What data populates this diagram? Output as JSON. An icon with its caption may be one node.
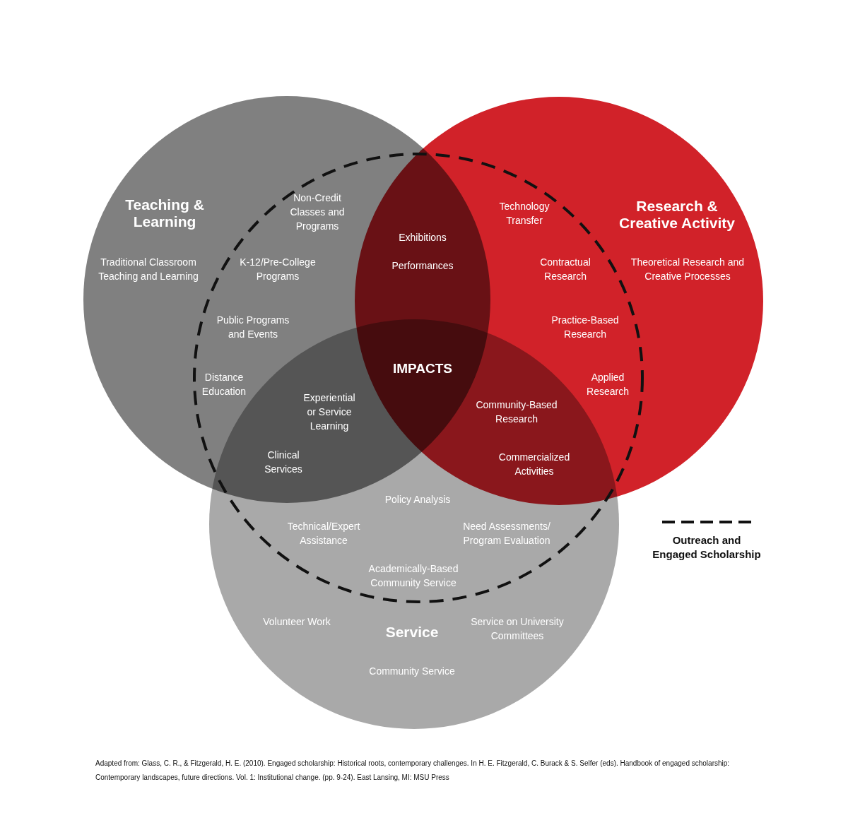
{
  "diagram": {
    "caption": "Adapted from: Glass, C. R., & Fitzgerald, H. E. (2010). Engaged scholarship: Historical roots, contemporary challenges. In H. E. Fitzgerald, C. Burack & S. Selfer (eds). Handbook of engaged scholarship: Contemporary landscapes, future directions. Vol. 1: Institutional change. (pp. 9-24). East Lansing, MI: MSU Press",
    "nodes": [
      {
        "text": [
          "Teaching & Learning"
        ]
      },
      {
        "text": [
          "Research & Creative Activity"
        ]
      },
      {
        "text": [
          "Service"
        ]
      },
      {
        "text": [],
        "shape": "circle"
      }
    ],
    "labels": [
      "Non-Credit Classes and Programs",
      "Technology Transfer",
      "Exhibitions",
      "Performances",
      "Traditional Classroom Teaching and Learning",
      "K-12/Pre-College Programs",
      "Contractual Research",
      "Theoretical Research and Creative Processes",
      "Public Programs and Events",
      "Practice-Based Research",
      "IMPACTS",
      "Distance Education",
      "Applied Research",
      "Experiential or Service Learning",
      "Community-Based Research",
      "Clinical Services",
      "Commercialized Activities",
      "Policy Analysis",
      "Technical/Expert Assistance",
      "Need Assessments/ Program Evaluation",
      "Academically-Based Community Service",
      "Volunteer Work",
      "Service on University Committees",
      "Community Service"
    ],
    "legend": [
      {
        "text": "Outreach and Engaged Scholarship"
      }
    ]
  }
}
